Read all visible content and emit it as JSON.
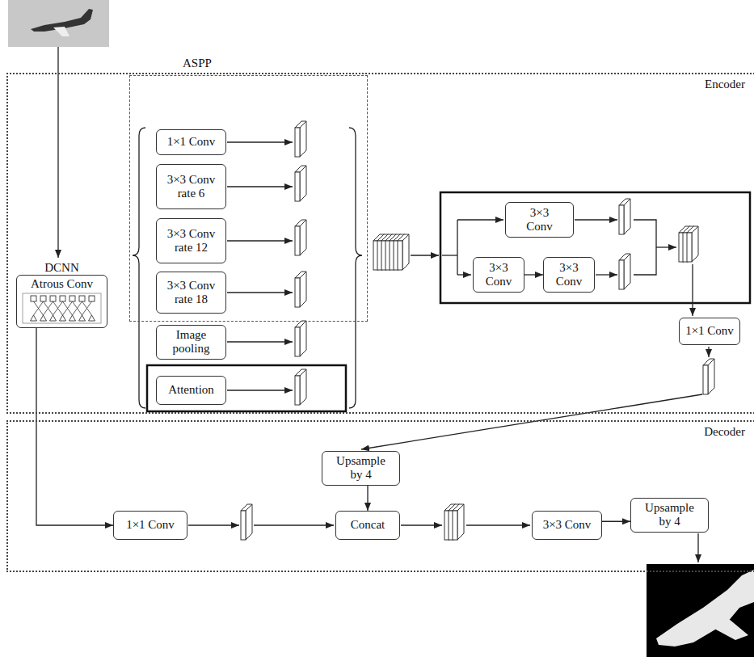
{
  "diagram": {
    "nodes": [
      {
        "text": [
          "Encoder"
        ]
      },
      {
        "text": [
          "DCNN",
          "Atrous Conv"
        ],
        "in": 0
      },
      {
        "text": [
          "ASPP"
        ],
        "in": 0
      },
      {
        "text": [
          "1×1 Conv"
        ],
        "in": 2
      },
      {
        "text": [
          "3×3 Conv rate 6"
        ],
        "in": 2
      },
      {
        "text": [
          "3×3 Conv rate 12"
        ],
        "in": 2
      },
      {
        "text": [
          "3×3 Conv rate 18"
        ],
        "in": 2
      },
      {
        "text": [
          "Image pooling"
        ],
        "in": 0
      },
      {
        "text": [
          "Attention"
        ],
        "in": 0
      },
      {
        "text": [
          "3×3 Conv"
        ],
        "in": 0
      },
      {
        "text": [
          "3×3 Conv"
        ],
        "in": 0
      },
      {
        "text": [
          "3×3 Conv"
        ],
        "in": 0
      },
      {
        "text": [
          "1×1 Conv"
        ],
        "in": 0
      },
      {
        "text": [
          "Decoder"
        ]
      },
      {
        "text": [
          "Upsample by 4"
        ],
        "in": 13
      },
      {
        "text": [
          "1×1 Conv"
        ],
        "in": 13
      },
      {
        "text": [
          "Concat"
        ],
        "in": 13
      },
      {
        "text": [
          "3×3 Conv"
        ],
        "in": 13
      },
      {
        "text": [
          "Upsample by 4"
        ],
        "in": 13
      }
    ],
    "edges": [
      {
        "from": 1,
        "to": 15,
        "arrow": "to"
      },
      {
        "from": 10,
        "to": 11,
        "arrow": "to"
      },
      {
        "from": 14,
        "to": 16,
        "arrow": "to"
      },
      {
        "from": 17,
        "to": 18,
        "arrow": "to"
      }
    ]
  }
}
